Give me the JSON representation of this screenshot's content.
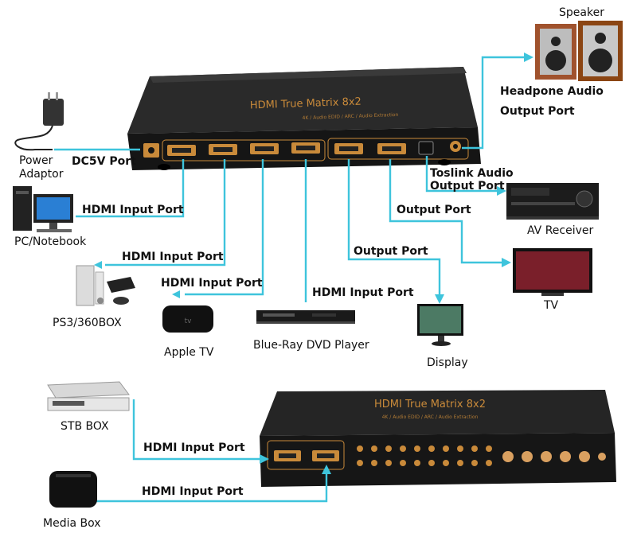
{
  "hub_top": {
    "title": "HDMI True Matrix 8x2",
    "subtitle": "4K / Audio EDID / ARC / Audio Extraction"
  },
  "hub_bottom": {
    "title": "HDMI True Matrix 8x2",
    "subtitle": "4K / Audio EDID / ARC / Audio Extraction"
  },
  "devices": {
    "speaker": "Speaker",
    "power_adaptor_line1": "Power",
    "power_adaptor_line2": "Adaptor",
    "pc_notebook": "PC/Notebook",
    "ps3_box": "PS3/360BOX",
    "apple_tv": "Apple TV",
    "bluray": "Blue-Ray DVD Player",
    "display": "Display",
    "av_receiver": "AV Receiver",
    "tv": "TV",
    "stb_box": "STB BOX",
    "media_box": "Media Box"
  },
  "ports": {
    "dc5v": "DC5V Port",
    "headphone_line1": "Headpone Audio",
    "headphone_line2": "Output Port",
    "toslink_line1": "Toslink Audio",
    "toslink_line2": "Output Port",
    "hdmi_in_pc": "HDMI Input Port",
    "hdmi_in_ps3": "HDMI Input Port",
    "hdmi_in_appletv": "HDMI Input Port",
    "hdmi_in_bluray": "HDMI Input Port",
    "output_tv": "Output Port",
    "output_display": "Output Port",
    "hdmi_in_stb": "HDMI Input Port",
    "hdmi_in_media": "HDMI Input Port"
  },
  "colors": {
    "wire": "#3ec4dc",
    "device_body": "#1a1a1a",
    "port_gold": "#c98a3a"
  }
}
